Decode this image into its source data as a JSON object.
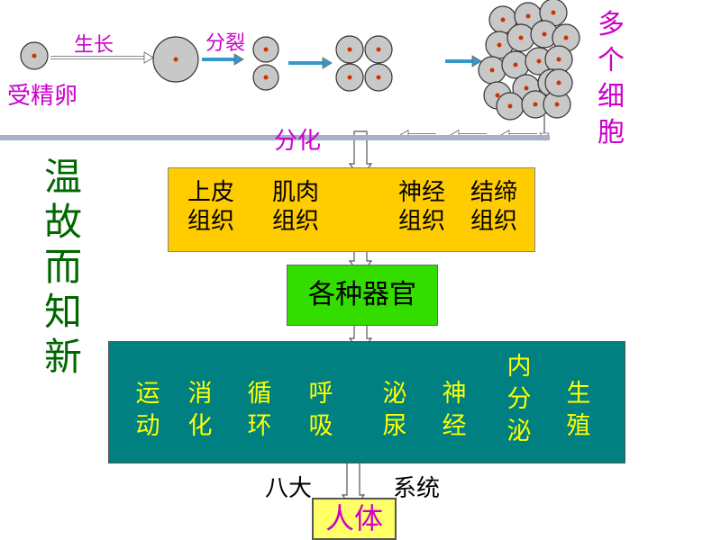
{
  "labels": {
    "zygote": "受精卵",
    "grow": "生长",
    "divide": "分裂",
    "many_cells": "多个细胞",
    "differentiate": "分化",
    "review": "温故而知新"
  },
  "tissues": [
    "上皮组织",
    "肌肉组织",
    "神经组织",
    "结缔组织"
  ],
  "organ": "各种器官",
  "systems": [
    "运动",
    "消化",
    "循环",
    "呼吸",
    "泌尿",
    "神经",
    "内分泌",
    "生殖"
  ],
  "system_caption_left": "八大",
  "system_caption_right": "系统",
  "body": "人体",
  "colors": {
    "magenta": "#cc00cc",
    "tissue_box": "#ffcc00",
    "organ_box": "#33dd00",
    "system_box": "#008080",
    "body_box": "#ffff66",
    "system_text": "#ffff00",
    "review_text": "#006600",
    "cell": "#c8c8c8",
    "nucleus": "#cc3300",
    "arrow_blue": "#3399cc"
  }
}
